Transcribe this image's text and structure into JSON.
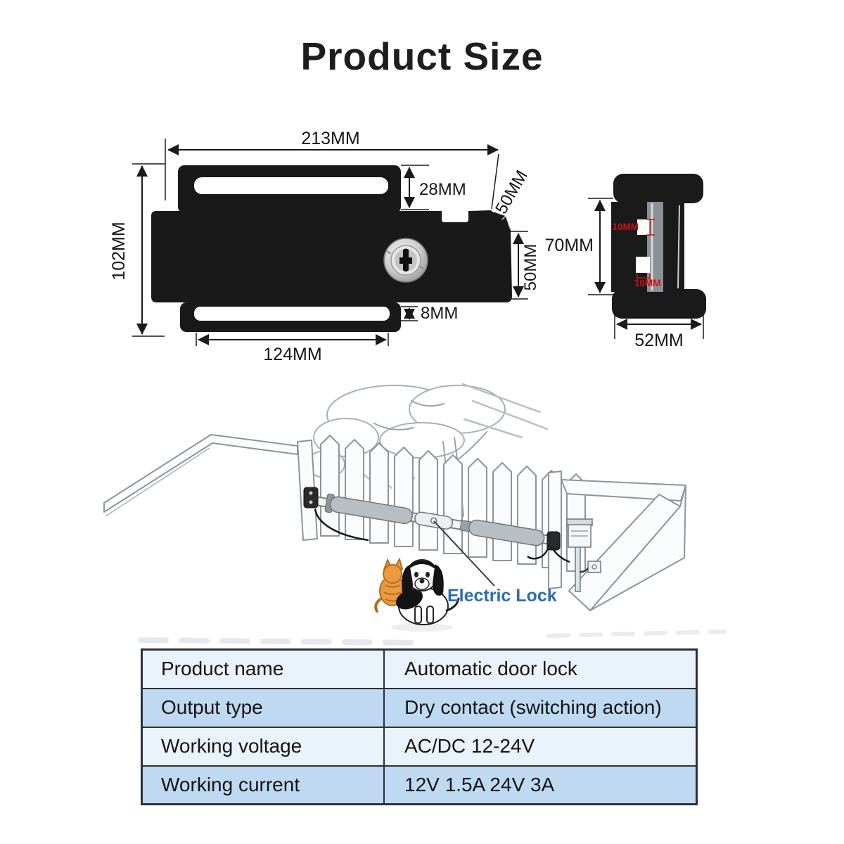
{
  "title": "Product Size",
  "front_view": {
    "top_width": "213MM",
    "bracket_height": "28MM",
    "bevel_depth": "50MM",
    "right_height": "50MM",
    "overall_height": "102MM",
    "slot_offset": "8MM",
    "bottom_width": "124MM"
  },
  "side_view": {
    "overall_height": "70MM",
    "overall_width": "52MM",
    "notch_height": "10MM",
    "notch_width": "10MM"
  },
  "scene": {
    "electric_lock_label": "Electric Lock"
  },
  "spec_table": {
    "rows": [
      {
        "name": "Product name",
        "value": "Automatic door lock"
      },
      {
        "name": "Output type",
        "value": "Dry contact (switching action)"
      },
      {
        "name": "Working voltage",
        "value": "AC/DC 12-24V"
      },
      {
        "name": "Working current",
        "value": "12V 1.5A 24V 3A"
      }
    ]
  },
  "colors": {
    "accent_blue": "#2d6cb5",
    "dimension_red": "#cc1111",
    "table_row_light": "#eaf2fb",
    "table_row_blue": "#bfd9f2",
    "table_border": "#2a3138",
    "lock_black": "#191919"
  }
}
